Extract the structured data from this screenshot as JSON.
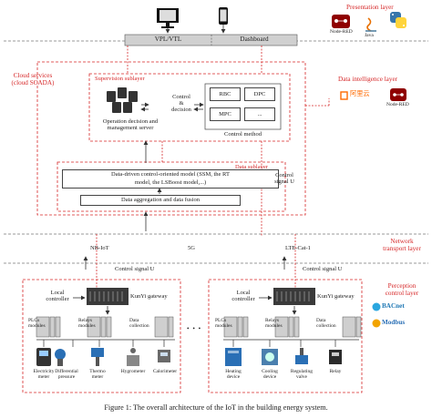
{
  "layers": {
    "presentation": "Presentation layer",
    "cloud": [
      "Cloud services",
      "(cloud SCADA)"
    ],
    "data_intelligence": "Data intelligence layer",
    "network": [
      "Network",
      "transport layer"
    ],
    "perception": [
      "Perception",
      "control layer"
    ]
  },
  "presentation": {
    "vpl_vtl": "VPL/VTL",
    "dashboard": "Dashboard",
    "nodered": "Node-RED",
    "java": "Java",
    "python": "python"
  },
  "data_intelligence": {
    "aliyun": "阿里云",
    "nodered": "Node-RED"
  },
  "supervision": {
    "title": "Supervision sublayer",
    "server_label": [
      "Operation decision and",
      "management server"
    ],
    "control_decision": [
      "Control",
      "&",
      "decision"
    ],
    "methods": [
      "RBC",
      "DPC",
      "MPC",
      "..."
    ],
    "control_method": "Control method"
  },
  "data_sublayer": {
    "title": "Data sublayer",
    "model": [
      "Data-driven control-oriented model (SSM, the RT",
      "model, the LSBoost model,...)"
    ],
    "aggregation": "Data aggregation and data fusion"
  },
  "control_signal_upper": [
    "Control",
    "signal U"
  ],
  "network": {
    "nbiot": "NB-IoT",
    "fiveg": "5G",
    "lte": "LTE-Cat-1"
  },
  "control_signal_left": "Control signal U",
  "control_signal_right": "Control signal U",
  "perception": {
    "local_controller": [
      "Local",
      "controller"
    ],
    "gateway": "KunYi gateway",
    "plcs": [
      "PLCs",
      "modules"
    ],
    "relays": [
      "Relays",
      "modules"
    ],
    "data_collection": [
      "Data",
      "collection"
    ],
    "devices_left": [
      [
        "Electricity",
        "meter"
      ],
      [
        "Differential",
        "pressure"
      ],
      [
        "Thermo",
        "meter"
      ],
      [
        "Hygrometer"
      ],
      [
        "Calorimeter"
      ]
    ],
    "devices_right": [
      [
        "Heating",
        "device"
      ],
      [
        "Cooling",
        "device"
      ],
      [
        "Regulating",
        "valve"
      ],
      [
        "Relay"
      ]
    ],
    "ellipsis": "• • •"
  },
  "protocols": {
    "bacnet": "BACnet",
    "modbus": "Modbus"
  },
  "caption": "Figure 1: The overall architecture of the IoT in the building energy system.",
  "colors": {
    "red": "#d62728",
    "gray_bar": "#d0d0d0",
    "dark": "#333333"
  }
}
